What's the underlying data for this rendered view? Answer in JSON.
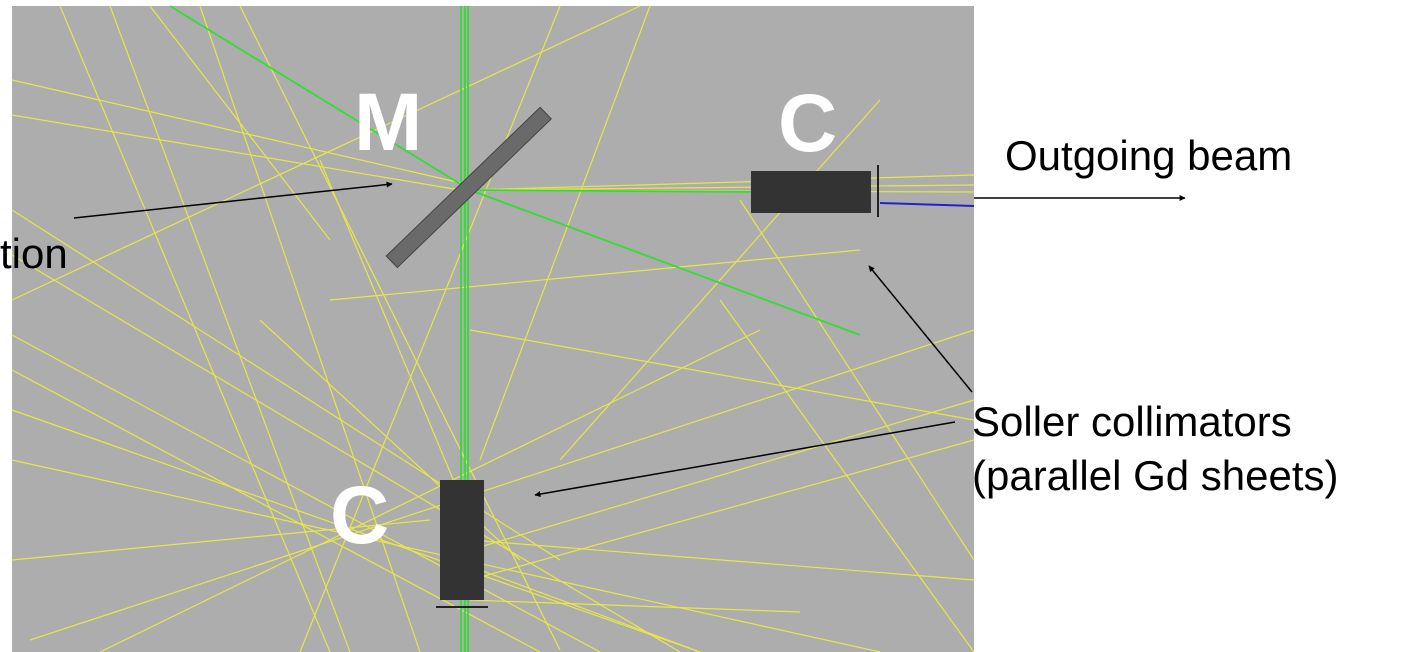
{
  "scene": {
    "background_color": "#adadad",
    "ray_colors": {
      "scattered": "#e6e64a",
      "beam": "#33dd33",
      "transmitted": "#2222cc"
    },
    "component_color": "#333333",
    "mirror_color": "#6a6a6a"
  },
  "labels": {
    "mirror": "M",
    "collimator_top": "C",
    "collimator_bottom": "C",
    "partial_left": "tion",
    "outgoing": "Outgoing beam",
    "soller_line1": "Soller collimators",
    "soller_line2": "(parallel Gd sheets)"
  }
}
